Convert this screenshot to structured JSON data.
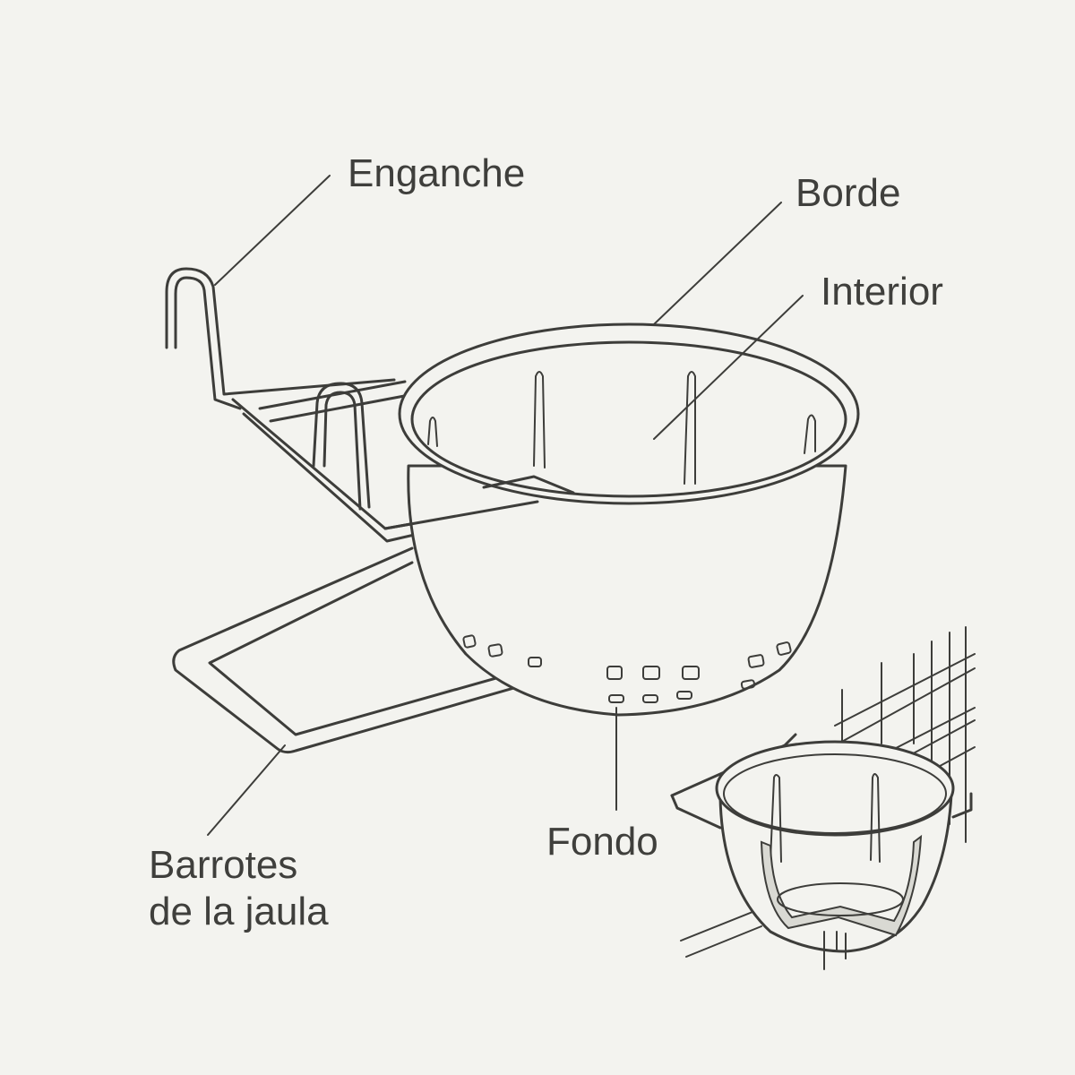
{
  "labels": {
    "enganche": "Enganche",
    "borde": "Borde",
    "interior": "Interior",
    "barrotes_line1": "Barrotes",
    "barrotes_line2": "de la jaula",
    "fondo": "Fondo"
  }
}
